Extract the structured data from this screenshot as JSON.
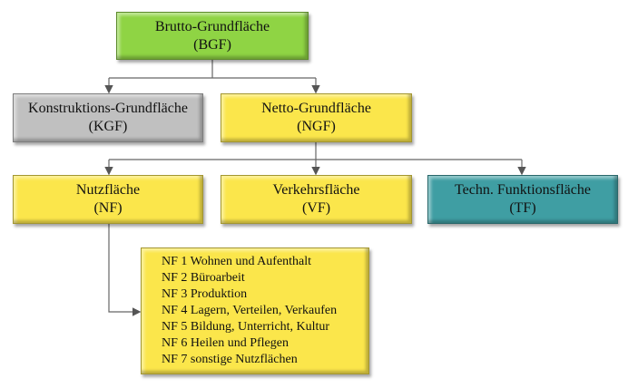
{
  "nodes": {
    "bgf": {
      "title": "Brutto-Grundfläche",
      "abbr": "(BGF)",
      "color": "#8fd444"
    },
    "kgf": {
      "title": "Konstruktions-Grundfläche",
      "abbr": "(KGF)",
      "color": "#c0c0c0"
    },
    "ngf": {
      "title": "Netto-Grundfläche",
      "abbr": "(NGF)",
      "color": "#fbe64b"
    },
    "nf": {
      "title": "Nutzfläche",
      "abbr": "(NF)",
      "color": "#fbe64b"
    },
    "vf": {
      "title": "Verkehrsfläche",
      "abbr": "(VF)",
      "color": "#fbe64b"
    },
    "tf": {
      "title": "Techn. Funktionsfläche",
      "abbr": "(TF)",
      "color": "#3f9ea3"
    }
  },
  "nf_list": [
    "NF 1 Wohnen und Aufenthalt",
    "NF 2 Büroarbeit",
    "NF 3 Produktion",
    "NF 4 Lagern, Verteilen, Verkaufen",
    "NF 5 Bildung, Unterricht, Kultur",
    "NF 6 Heilen und Pflegen",
    "NF 7 sonstige Nutzflächen"
  ]
}
